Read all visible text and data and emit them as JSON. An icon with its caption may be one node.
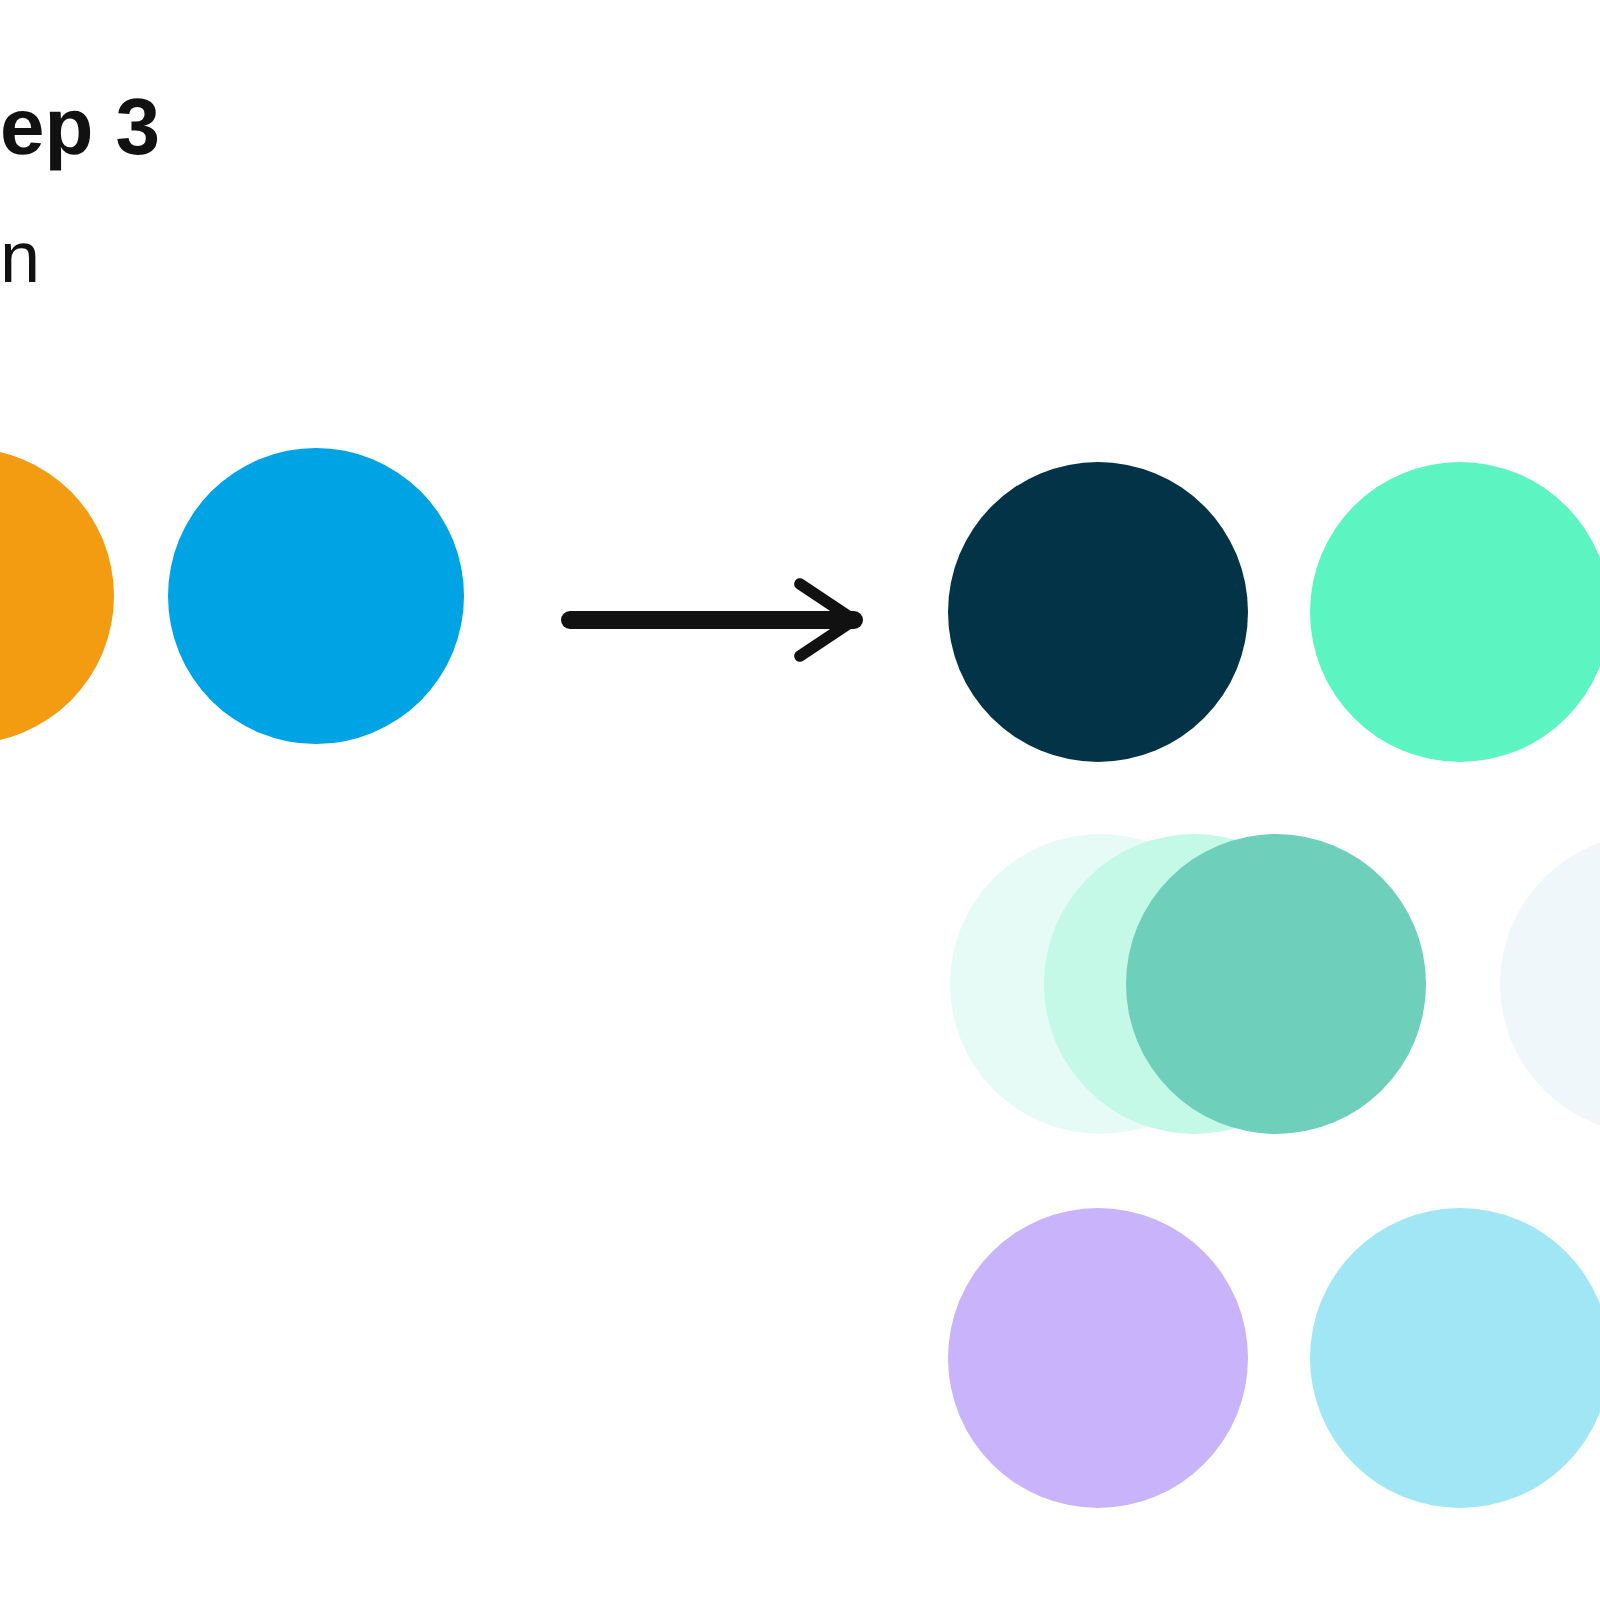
{
  "diagram": {
    "nodes": [
      {
        "text": [],
        "shape": "circle"
      },
      {
        "text": [],
        "shape": "circle"
      },
      {
        "text": [],
        "shape": "circle"
      },
      {
        "text": [],
        "shape": "circle"
      },
      {
        "text": [],
        "shape": "circle"
      },
      {
        "text": [],
        "shape": "circle"
      },
      {
        "text": [],
        "shape": "circle"
      },
      {
        "text": [],
        "shape": "circle"
      },
      {
        "text": [],
        "shape": "circle"
      },
      {
        "text": [],
        "shape": "circle"
      }
    ],
    "edges": [
      {
        "from": 1,
        "to": 2,
        "arrow": "to"
      }
    ],
    "labels": [
      "ep 3",
      "n"
    ]
  }
}
